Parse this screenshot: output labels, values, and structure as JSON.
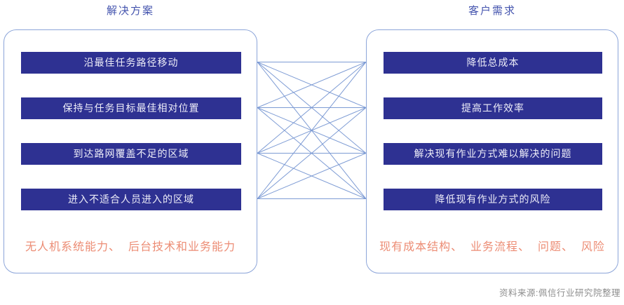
{
  "left_panel": {
    "title": "解决方案",
    "boxes": [
      "沿最佳任务路径移动",
      "保持与任务目标最佳相对位置",
      "到达路网覆盖不足的区域",
      "进入不适合人员进入的区域"
    ],
    "caption": "无人机系统能力、  后台技术和业务能力"
  },
  "right_panel": {
    "title": "客户需求",
    "boxes": [
      "降低总成本",
      "提高工作效率",
      "解决现有作业方式难以解决的问题",
      "降低现有作业方式的风险"
    ],
    "caption": "现有成本结构、  业务流程、  问题、  风险"
  },
  "connections": {
    "type": "all-to-all",
    "count": 16
  },
  "footer": {
    "source": "资料来源:佩信行业研究院整理"
  },
  "colors": {
    "box_bg": "#2E3192",
    "box_text": "#EDEDF8",
    "panel_border": "#8CA5D9",
    "connector_line": "#7D9BD4",
    "title_text": "#4454AE",
    "caption_text": "#EC8C74",
    "footer_text": "#8E8E8E"
  }
}
